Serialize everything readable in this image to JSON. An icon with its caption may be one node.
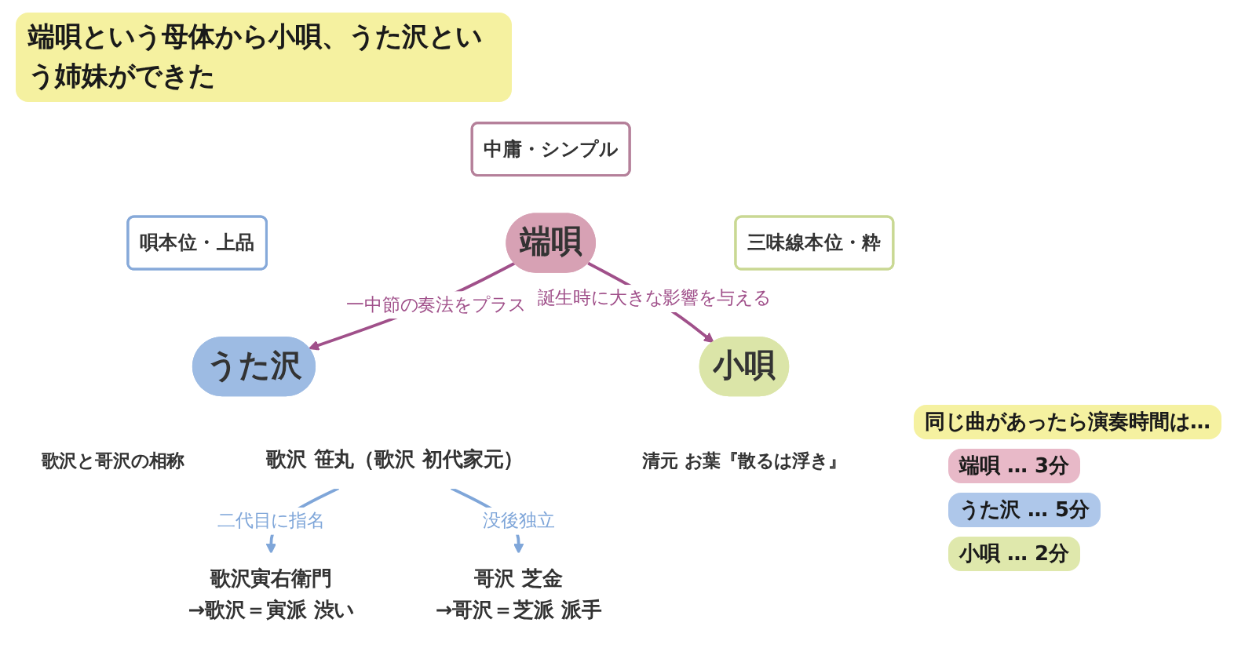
{
  "diagram": {
    "title": "端唄という母体から小唄、うた沢という姉妹ができた",
    "nodes": [
      {
        "text": [
          "中庸・シンプル"
        ]
      },
      {
        "text": [
          "端唄"
        ]
      },
      {
        "text": [
          "唄本位・上品"
        ]
      },
      {
        "text": [
          "三味線本位・粋"
        ]
      },
      {
        "text": [
          "うた沢"
        ],
        "beside": [
          "歌沢と哥沢の相称"
        ]
      },
      {
        "text": [
          "小唄"
        ],
        "beside": [
          "清元 お葉『散るは浮き』"
        ]
      },
      {
        "text": [
          "歌沢 笹丸（歌沢 初代家元）"
        ]
      },
      {
        "text": [
          "歌沢寅右衛門",
          "→歌沢＝寅派 渋い"
        ]
      },
      {
        "text": [
          "哥沢 芝金",
          "→哥沢＝芝派 派手"
        ]
      }
    ],
    "edges": [
      {
        "from": 1,
        "to": 4,
        "arrow": "to",
        "label": "一中節の奏法をプラス",
        "color": "#a0508a"
      },
      {
        "from": 1,
        "to": 5,
        "arrow": "to",
        "label": "誕生時に大きな影響を与える",
        "color": "#a0508a"
      },
      {
        "from": 6,
        "to": 7,
        "arrow": "to",
        "label": "二代目に指名",
        "color": "#7fa6d9"
      },
      {
        "from": 6,
        "to": 8,
        "arrow": "to",
        "label": "没後独立",
        "color": "#7fa6d9"
      }
    ],
    "labels": [
      "同じ曲があったら演奏時間は…",
      "端唄 … 3分",
      "うた沢 … 5分",
      "小唄 … 2分"
    ]
  }
}
